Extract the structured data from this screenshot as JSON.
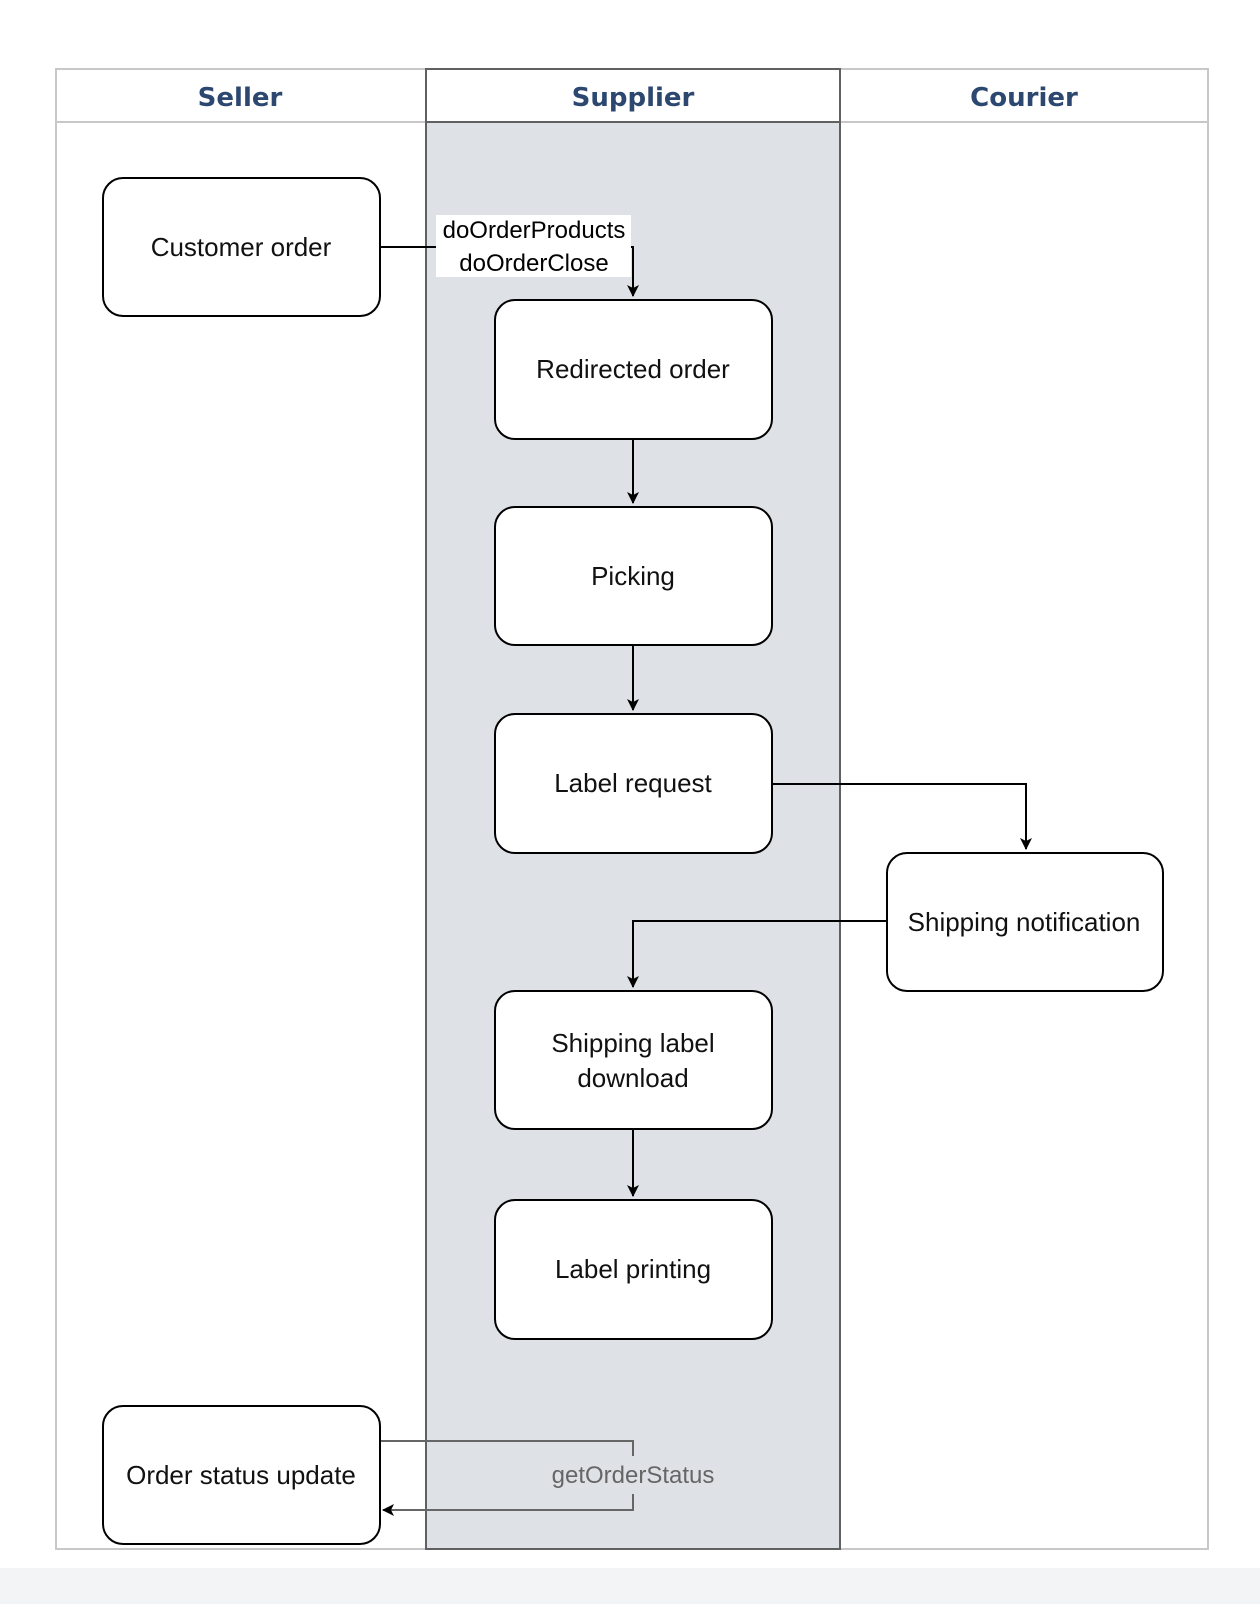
{
  "colors": {
    "lane_title": "#2c4770",
    "lane_border": "#c8c8c8",
    "supplier_fill": "#dee2e6",
    "supplier_border": "#606060",
    "node_stroke": "#000000",
    "node_fill": "#ffffff",
    "edge": "#000000",
    "edge_muted": "#666666"
  },
  "lanes": {
    "seller": "Seller",
    "supplier": "Supplier",
    "courier": "Courier"
  },
  "nodes": {
    "customer_order": "Customer order",
    "redirected_order": "Redirected order",
    "picking": "Picking",
    "label_request": "Label request",
    "shipping_notification": "Shipping notification",
    "shipping_label_download_1": "Shipping label",
    "shipping_label_download_2": "download",
    "label_printing": "Label printing",
    "order_status_update": "Order status update"
  },
  "edges": {
    "order_products": "doOrderProducts",
    "order_close": "doOrderClose",
    "get_order_status": "getOrderStatus"
  }
}
